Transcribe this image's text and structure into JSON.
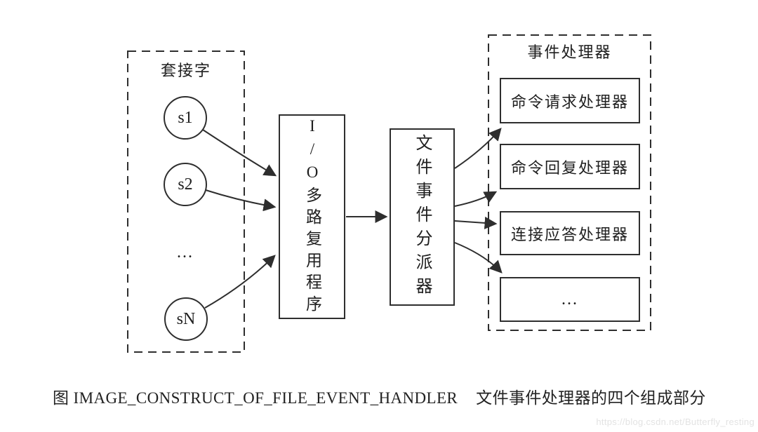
{
  "diagram": {
    "colors": {
      "background": "#ffffff",
      "line": "#2e2e2e",
      "text": "#1f1f1f",
      "watermark": "#e3e3e3"
    },
    "sockets": {
      "title": "套接字",
      "items": [
        "s1",
        "s2",
        "...",
        "sN"
      ]
    },
    "multiplexer": {
      "label": "I/O多路复用程序"
    },
    "dispatcher": {
      "label": "文件事件分派器"
    },
    "handlers": {
      "title": "事件处理器",
      "items": [
        "命令请求处理器",
        "命令回复处理器",
        "连接应答处理器",
        "..."
      ]
    },
    "caption": {
      "figure_label": "图 IMAGE_CONSTRUCT_OF_FILE_EVENT_HANDLER",
      "description": "文件事件处理器的四个组成部分"
    },
    "watermark": "https://blog.csdn.net/Butterfly_resting"
  }
}
